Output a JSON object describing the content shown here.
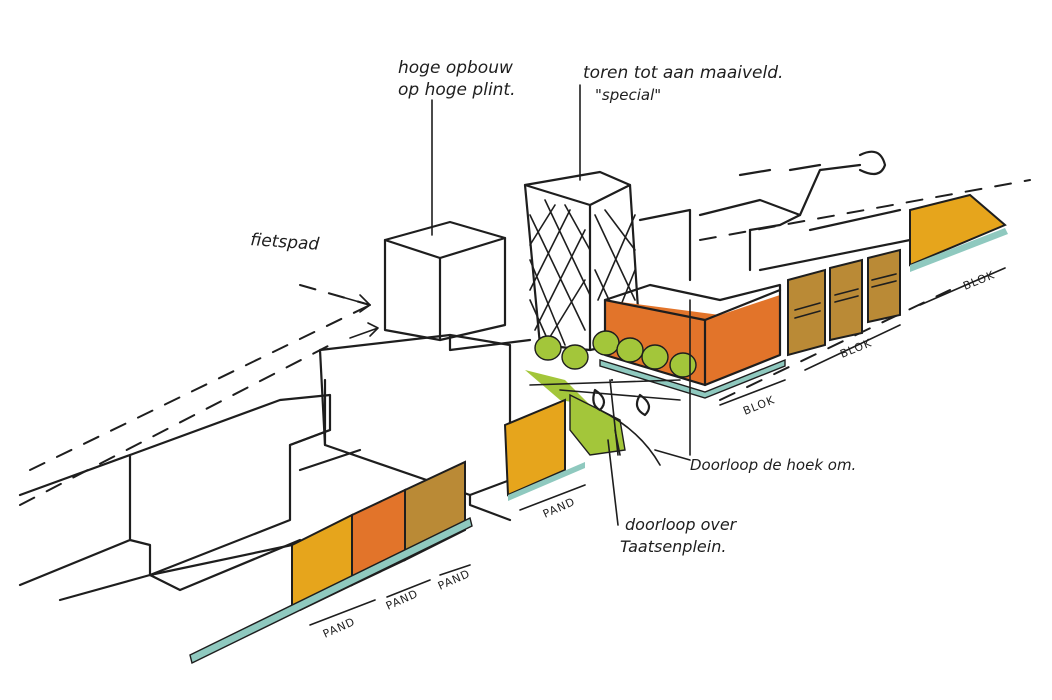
{
  "annotations": {
    "hoge_opbouw_line1": "hoge opbouw",
    "hoge_opbouw_line2": "op hoge plint.",
    "toren_line1": "toren tot aan maaiveld.",
    "toren_line2": "\"special\"",
    "fietspad": "fietspad",
    "doorloop_hoek": "Doorloop de hoek om.",
    "doorloop_plein_line1": "doorloop over",
    "doorloop_plein_line2": "Taatsenplein."
  },
  "labels": {
    "pand": "PAND",
    "blok": "BLOK"
  },
  "colors": {
    "yellow": "#e6a51c",
    "orange": "#e2742a",
    "ochre": "#ba8a36",
    "green": "#a3c63a",
    "teal": "#8fc9bf"
  }
}
